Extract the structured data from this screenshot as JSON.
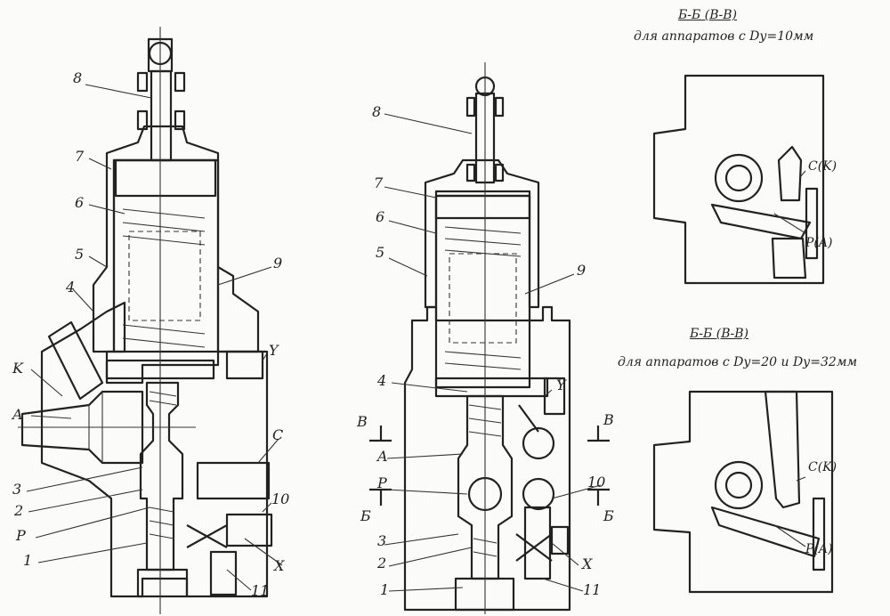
{
  "left": {
    "labels": [
      "8",
      "7",
      "6",
      "5",
      "4",
      "9",
      "K",
      "A",
      "Y",
      "C",
      "3",
      "2",
      "P",
      "10",
      "1",
      "X",
      "11"
    ]
  },
  "middle": {
    "labels": [
      "8",
      "7",
      "6",
      "5",
      "9",
      "4",
      "Y",
      "В",
      "В",
      "A",
      "P",
      "10",
      "Б",
      "Б",
      "3",
      "2",
      "X",
      "1",
      "11"
    ]
  },
  "right": {
    "top_title": "Б-Б (В-В)",
    "top_subtitle": "для аппаратов с Dу=10мм",
    "top_labels": [
      "C(K)",
      "P(A)"
    ],
    "bottom_title": "Б-Б (В-В)",
    "bottom_subtitle": "для аппаратов с Dу=20 и Dу=32мм",
    "bottom_labels": [
      "C(K)",
      "P(A)"
    ]
  },
  "colors": {
    "ink": "#222222",
    "paper": "#fbfbf9"
  }
}
